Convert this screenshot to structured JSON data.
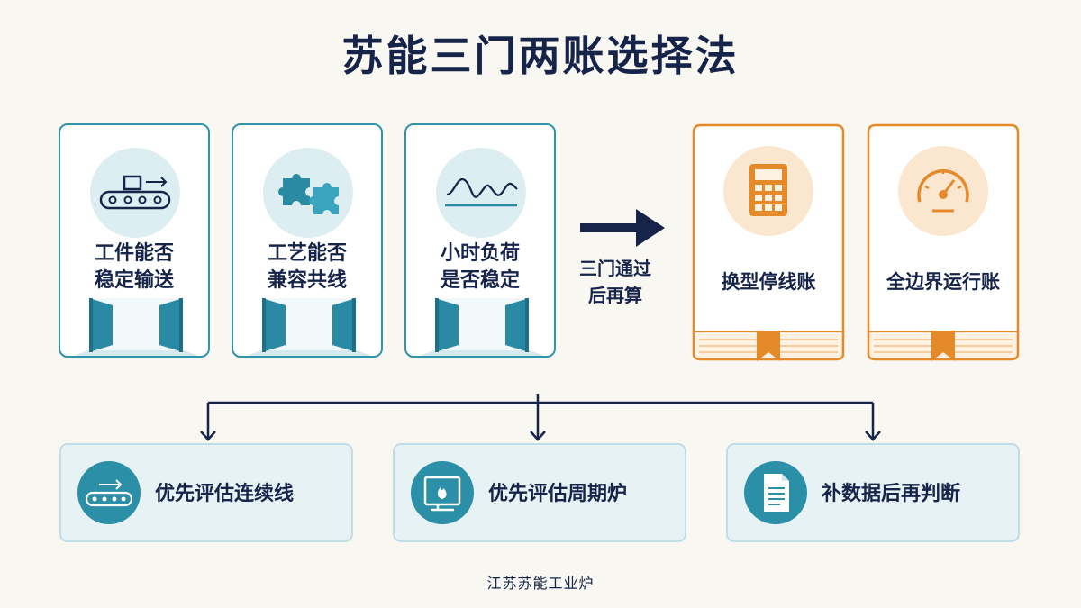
{
  "title": "苏能三门两账选择法",
  "gates": [
    {
      "line1": "工件能否",
      "line2": "稳定输送",
      "icon": "conveyor-icon"
    },
    {
      "line1": "工艺能否",
      "line2": "兼容共线",
      "icon": "puzzle-icon"
    },
    {
      "line1": "小时负荷",
      "line2": "是否稳定",
      "icon": "wave-icon"
    }
  ],
  "pass": {
    "line1": "三门通过",
    "line2": "后再算"
  },
  "ledgers": [
    {
      "label": "换型停线账",
      "icon": "calculator-icon"
    },
    {
      "label": "全边界运行账",
      "icon": "gauge-icon"
    }
  ],
  "recommendations": [
    {
      "label": "优先评估连续线",
      "icon": "conveyor-icon"
    },
    {
      "label": "优先评估周期炉",
      "icon": "furnace-icon"
    },
    {
      "label": "补数据后再判断",
      "icon": "document-icon"
    }
  ],
  "footer": "江苏苏能工业炉",
  "colors": {
    "teal": "#2f94ad",
    "orange": "#e58a2b",
    "navy": "#16244a",
    "background": "#f8f7f2"
  }
}
